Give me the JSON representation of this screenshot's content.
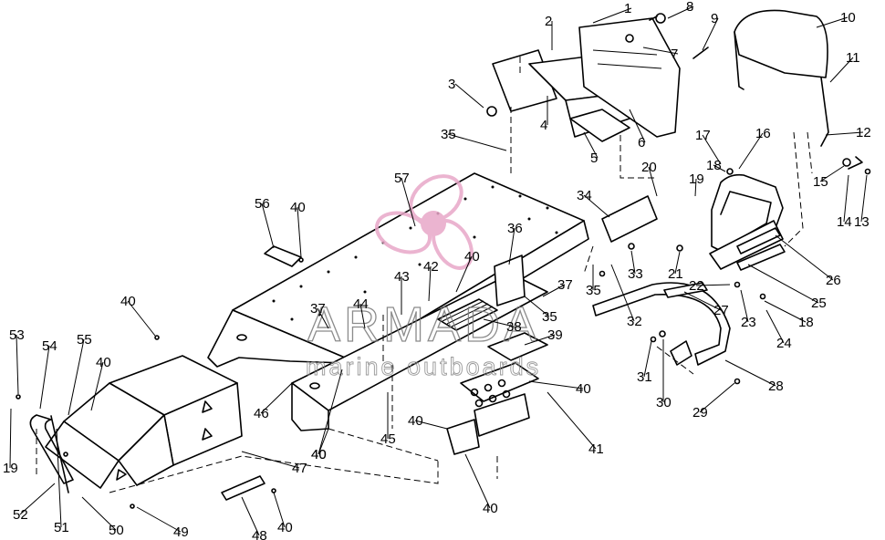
{
  "callouts": [
    {
      "id": "c1",
      "label": "1"
    },
    {
      "id": "c2",
      "label": "2"
    },
    {
      "id": "c3",
      "label": "3"
    },
    {
      "id": "c4",
      "label": "4"
    },
    {
      "id": "c5",
      "label": "5"
    },
    {
      "id": "c6",
      "label": "6"
    },
    {
      "id": "c7",
      "label": "7"
    },
    {
      "id": "c8",
      "label": "8"
    },
    {
      "id": "c9",
      "label": "9"
    },
    {
      "id": "c10",
      "label": "10"
    },
    {
      "id": "c11",
      "label": "11"
    },
    {
      "id": "c12",
      "label": "12"
    },
    {
      "id": "c13",
      "label": "13"
    },
    {
      "id": "c14",
      "label": "14"
    },
    {
      "id": "c15",
      "label": "15"
    },
    {
      "id": "c16",
      "label": "16"
    },
    {
      "id": "c17",
      "label": "17"
    },
    {
      "id": "c18a",
      "label": "18"
    },
    {
      "id": "c18b",
      "label": "18"
    },
    {
      "id": "c19a",
      "label": "19"
    },
    {
      "id": "c19b",
      "label": "19"
    },
    {
      "id": "c20",
      "label": "20"
    },
    {
      "id": "c21",
      "label": "21"
    },
    {
      "id": "c22",
      "label": "22"
    },
    {
      "id": "c23",
      "label": "23"
    },
    {
      "id": "c24",
      "label": "24"
    },
    {
      "id": "c25",
      "label": "25"
    },
    {
      "id": "c26",
      "label": "26"
    },
    {
      "id": "c27",
      "label": "27"
    },
    {
      "id": "c28",
      "label": "28"
    },
    {
      "id": "c29",
      "label": "29"
    },
    {
      "id": "c30",
      "label": "30"
    },
    {
      "id": "c31",
      "label": "31"
    },
    {
      "id": "c32",
      "label": "32"
    },
    {
      "id": "c33",
      "label": "33"
    },
    {
      "id": "c34",
      "label": "34"
    },
    {
      "id": "c35a",
      "label": "35"
    },
    {
      "id": "c35b",
      "label": "35"
    },
    {
      "id": "c35c",
      "label": "35"
    },
    {
      "id": "c36",
      "label": "36"
    },
    {
      "id": "c37a",
      "label": "37"
    },
    {
      "id": "c37b",
      "label": "37"
    },
    {
      "id": "c38",
      "label": "38"
    },
    {
      "id": "c39",
      "label": "39"
    },
    {
      "id": "c40a",
      "label": "40"
    },
    {
      "id": "c40b",
      "label": "40"
    },
    {
      "id": "c40c",
      "label": "40"
    },
    {
      "id": "c40d",
      "label": "40"
    },
    {
      "id": "c40e",
      "label": "40"
    },
    {
      "id": "c40f",
      "label": "40"
    },
    {
      "id": "c40g",
      "label": "40"
    },
    {
      "id": "c40h",
      "label": "40"
    },
    {
      "id": "c40i",
      "label": "40"
    },
    {
      "id": "c40j",
      "label": "40"
    },
    {
      "id": "c41",
      "label": "41"
    },
    {
      "id": "c42",
      "label": "42"
    },
    {
      "id": "c43",
      "label": "43"
    },
    {
      "id": "c44",
      "label": "44"
    },
    {
      "id": "c45",
      "label": "45"
    },
    {
      "id": "c46",
      "label": "46"
    },
    {
      "id": "c47",
      "label": "47"
    },
    {
      "id": "c48",
      "label": "48"
    },
    {
      "id": "c49",
      "label": "49"
    },
    {
      "id": "c50",
      "label": "50"
    },
    {
      "id": "c51",
      "label": "51"
    },
    {
      "id": "c52",
      "label": "52"
    },
    {
      "id": "c53",
      "label": "53"
    },
    {
      "id": "c54",
      "label": "54"
    },
    {
      "id": "c55",
      "label": "55"
    },
    {
      "id": "c56",
      "label": "56"
    },
    {
      "id": "c57",
      "label": "57"
    }
  ],
  "watermark": {
    "brand": "ARMADA",
    "subtitle": "marine outboards",
    "logo_color": "#e8a7c8"
  }
}
